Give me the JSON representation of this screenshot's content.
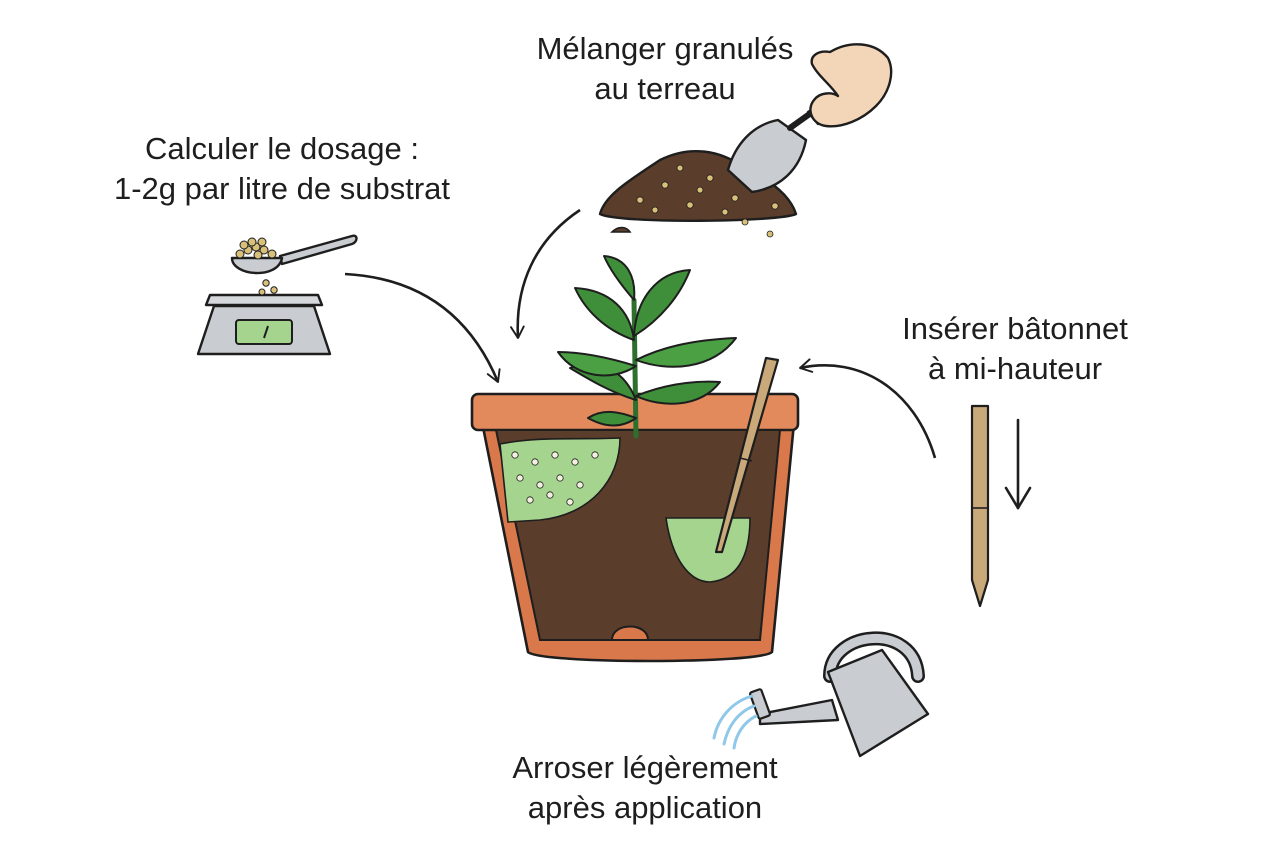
{
  "steps": {
    "dosage": {
      "line1": "Calculer le dosage :",
      "line2": "1-2g par litre de substrat"
    },
    "mix": {
      "line1": "Mélanger granulés",
      "line2": "au terreau"
    },
    "stick": {
      "line1": "Insérer bâtonnet",
      "line2": "à mi-hauteur"
    },
    "water": {
      "line1": "Arroser légèrement",
      "line2": "après application"
    }
  },
  "colors": {
    "terracotta": "#d9784a",
    "soil": "#5a3d2b",
    "fertilizer_zone": "#a5d48f",
    "leaf": "#3f8f3a",
    "stick": "#c9a87a",
    "metal": "#c9ccd0",
    "water": "#8fc8e8",
    "ink": "#1e1e1e"
  },
  "icons": [
    "kitchen-scale-icon",
    "measuring-spoon-icon",
    "hand-trowel-icon",
    "soil-pile-icon",
    "plant-pot-icon",
    "fertilizer-stick-icon",
    "watering-can-icon"
  ]
}
